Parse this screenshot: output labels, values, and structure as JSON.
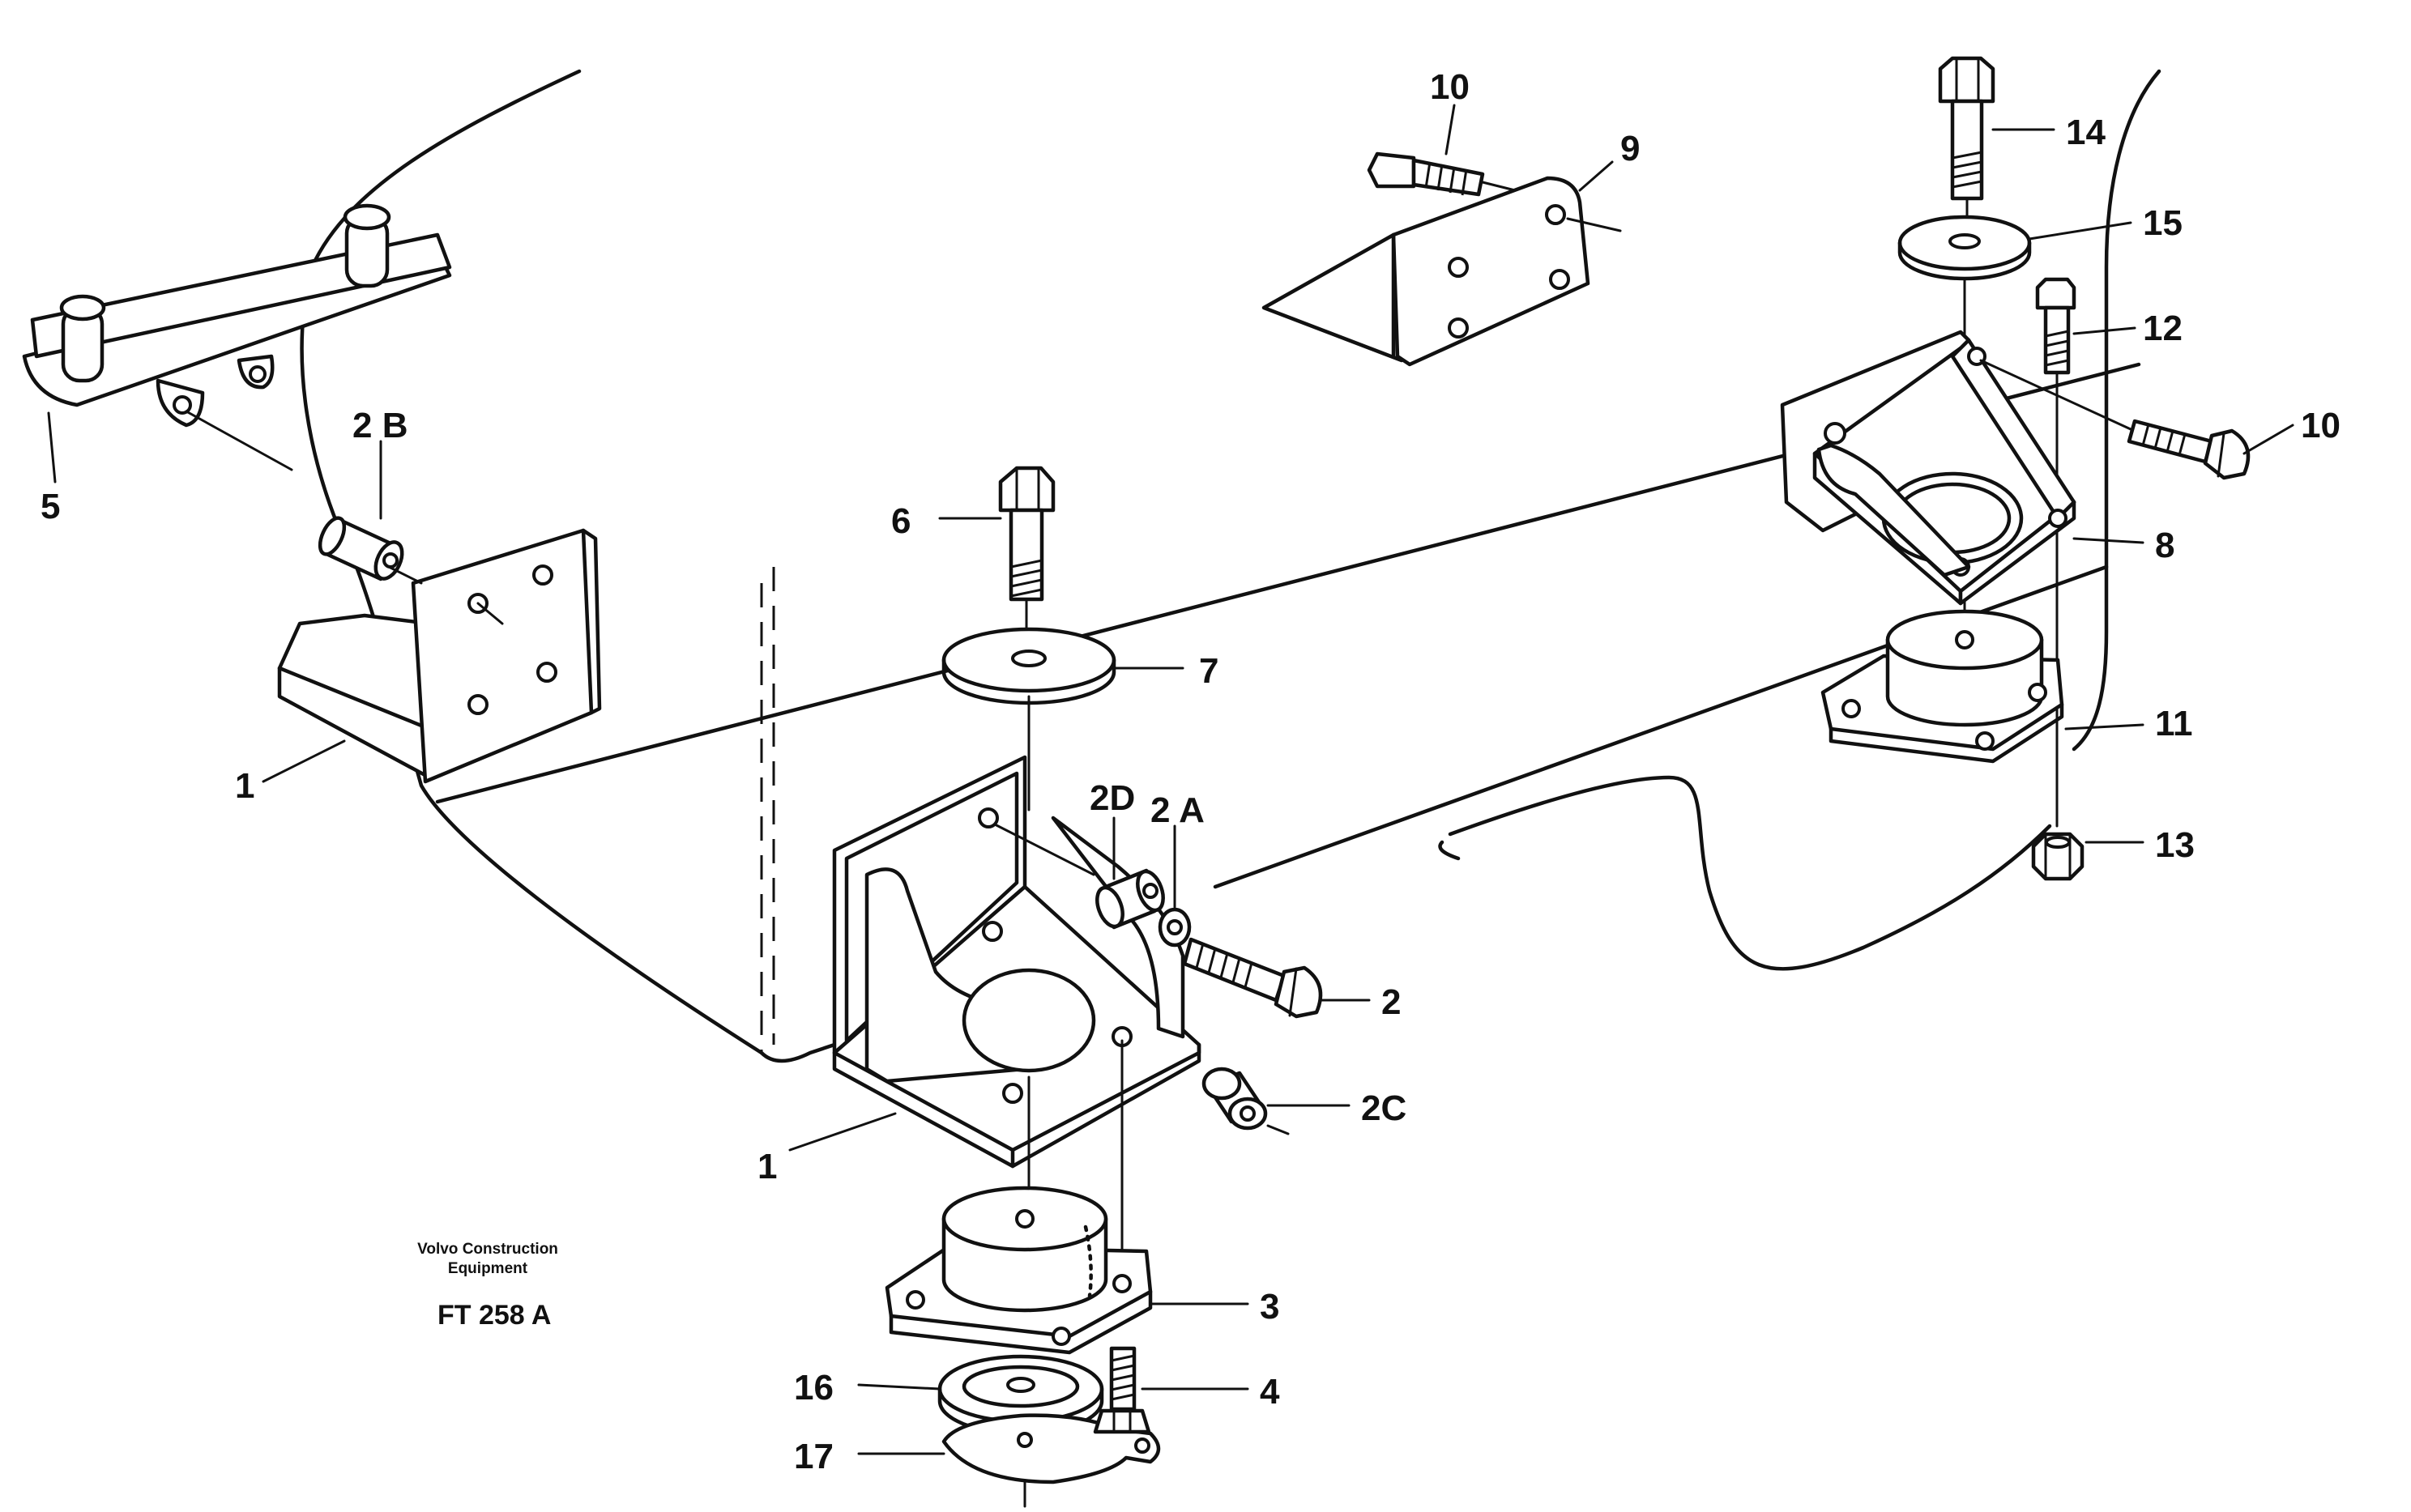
{
  "labels": {
    "l1a": "1",
    "l1b": "1",
    "l2": "2",
    "l2a": "2 A",
    "l2b": "2 B",
    "l2c": "2C",
    "l2d": "2D",
    "l3": "3",
    "l4": "4",
    "l5": "5",
    "l6": "6",
    "l7": "7",
    "l8": "8",
    "l9": "9",
    "l10a": "10",
    "l10b": "10",
    "l11": "11",
    "l12": "12",
    "l13": "13",
    "l14": "14",
    "l15": "15",
    "l16": "16",
    "l17": "17"
  },
  "caption": {
    "company_line1": "Volvo Construction",
    "company_line2": "Equipment",
    "figure_code": "FT 258 A"
  }
}
